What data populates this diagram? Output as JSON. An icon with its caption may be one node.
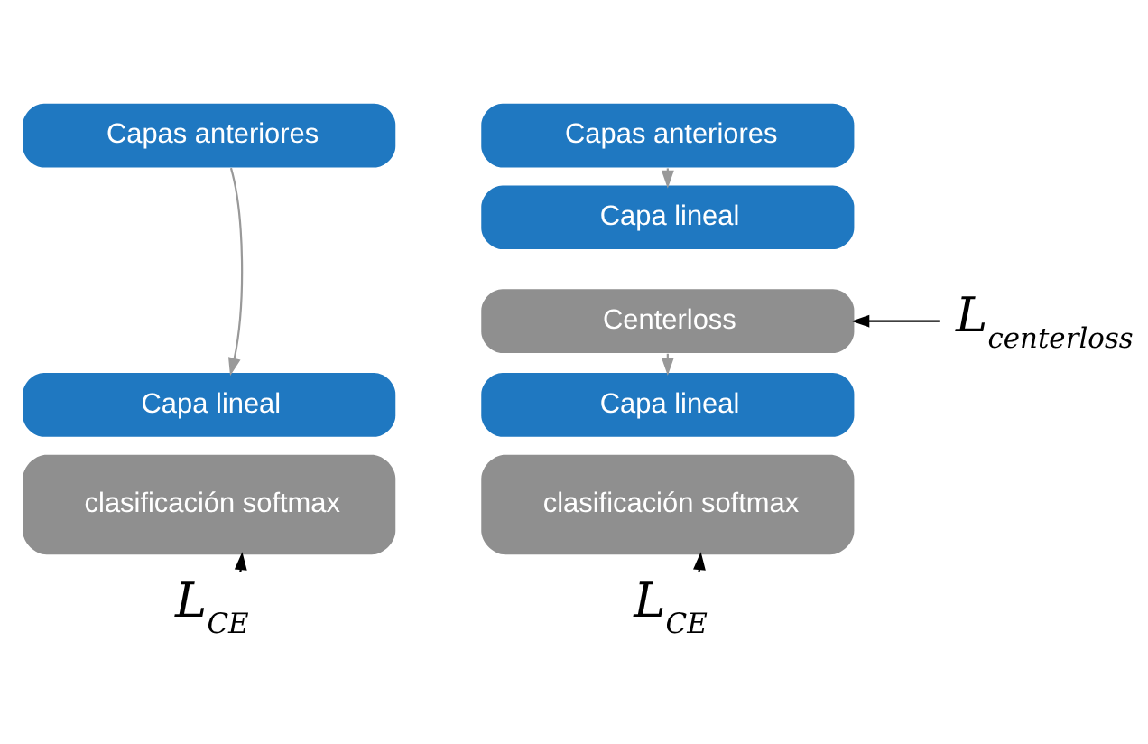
{
  "diagram": {
    "nodes": [
      {
        "text": [
          "Capas anteriores"
        ]
      },
      {
        "text": [
          "Capa lineal"
        ]
      },
      {
        "text": [
          "clasificación softmax"
        ]
      },
      {
        "text": [
          "L$_{CE}$"
        ]
      },
      {
        "text": [
          "Capas anteriores"
        ]
      },
      {
        "text": [
          "Capa lineal"
        ]
      },
      {
        "text": [
          "Centerloss"
        ]
      },
      {
        "text": [
          "Capa lineal"
        ]
      },
      {
        "text": [
          "clasificación softmax"
        ]
      },
      {
        "text": [
          "L$_{centerloss}$"
        ]
      },
      {
        "text": [
          "L$_{CE}$"
        ]
      }
    ],
    "edges": [
      {
        "from": 0,
        "to": 1,
        "arrow": "to",
        "color": "#999999"
      },
      {
        "from": 3,
        "to": 2,
        "arrow": "to",
        "color": "#000000"
      },
      {
        "from": 4,
        "to": 5,
        "arrow": "to",
        "color": "#999999"
      },
      {
        "from": 9,
        "to": 6,
        "arrow": "to",
        "color": "#000000"
      },
      {
        "from": 6,
        "to": 7,
        "arrow": "to",
        "color": "#999999"
      },
      {
        "from": 10,
        "to": 8,
        "arrow": "to",
        "color": "#000000"
      }
    ]
  }
}
